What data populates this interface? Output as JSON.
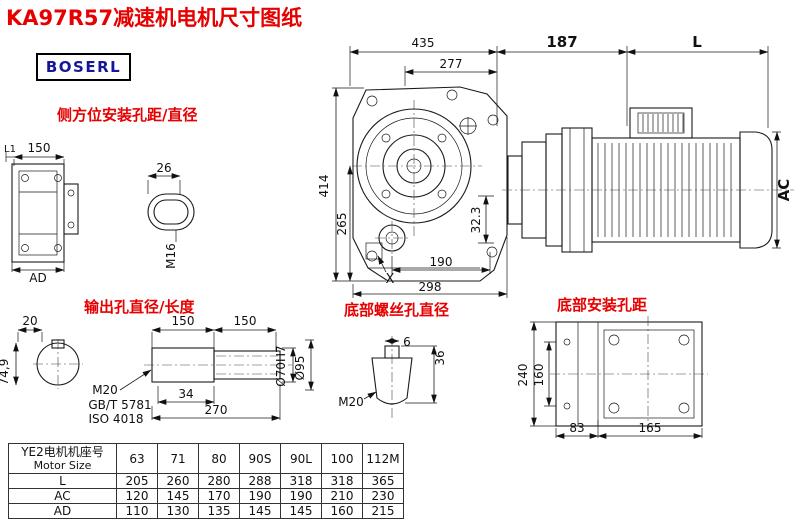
{
  "title": "KA97R57减速机电机尺寸图纸",
  "logo": "BOSERL",
  "labels": {
    "side_mount": "侧方位安装孔距/直径",
    "output_hole": "输出孔直径/长度",
    "bottom_screw": "底部螺丝孔直径",
    "bottom_mount": "底部安装孔距"
  },
  "dims": {
    "d435": "435",
    "d277": "277",
    "d187": "187",
    "dL": "L",
    "d414": "414",
    "d265": "265",
    "d323": "32.3",
    "d190": "190",
    "d298": "298",
    "dX": "X",
    "dAC": "AC",
    "dL1": "L1",
    "d150side": "150",
    "dAD": "AD",
    "d26": "26",
    "dM16": "M16",
    "d20": "20",
    "d150a": "150",
    "d150b": "150",
    "d749": "74,9",
    "dM20out": "M20",
    "dGBT": "GB/T 5781",
    "dISO": "ISO 4018",
    "d34": "34",
    "d270": "270",
    "d70": "Ø70H7",
    "d95": "Ø95",
    "d6": "6",
    "d36": "36",
    "dM20screw": "M20",
    "d240": "240",
    "d160": "160",
    "d83": "83",
    "d165": "165"
  },
  "table": {
    "header_cn": "YE2电机机座号",
    "header_en": "Motor Size",
    "columns": [
      "63",
      "71",
      "80",
      "90S",
      "90L",
      "100",
      "112M"
    ],
    "rows": [
      {
        "label": "L",
        "values": [
          "205",
          "260",
          "280",
          "288",
          "318",
          "318",
          "365"
        ]
      },
      {
        "label": "AC",
        "values": [
          "120",
          "145",
          "170",
          "190",
          "190",
          "210",
          "230"
        ]
      },
      {
        "label": "AD",
        "values": [
          "110",
          "130",
          "135",
          "145",
          "145",
          "160",
          "215"
        ]
      }
    ]
  },
  "colors": {
    "accent_red": "#e60000",
    "logo_blue": "#16169a",
    "line_black": "#1a1a1a"
  }
}
